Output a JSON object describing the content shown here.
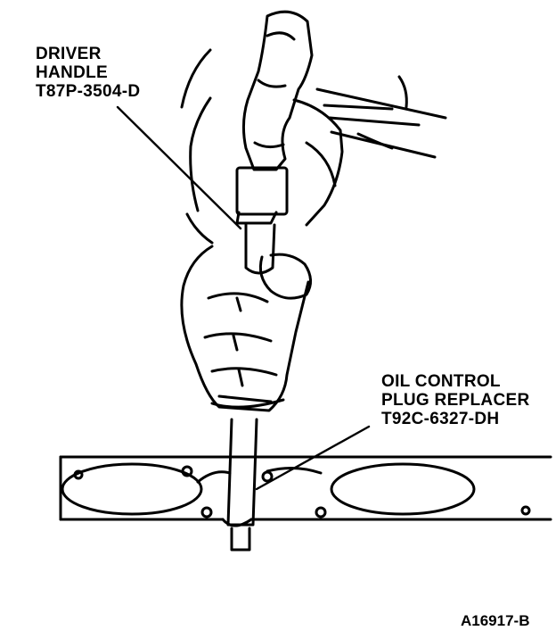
{
  "callouts": {
    "driver_handle": {
      "line1": "DRIVER",
      "line2": "HANDLE",
      "part_number": "T87P-3504-D"
    },
    "plug_replacer": {
      "line1": "OIL CONTROL",
      "line2": "PLUG REPLACER",
      "part_number": "T92C-6327-DH"
    }
  },
  "figure_id": "A16917-B",
  "colors": {
    "ink": "#000000",
    "paper": "#ffffff"
  }
}
